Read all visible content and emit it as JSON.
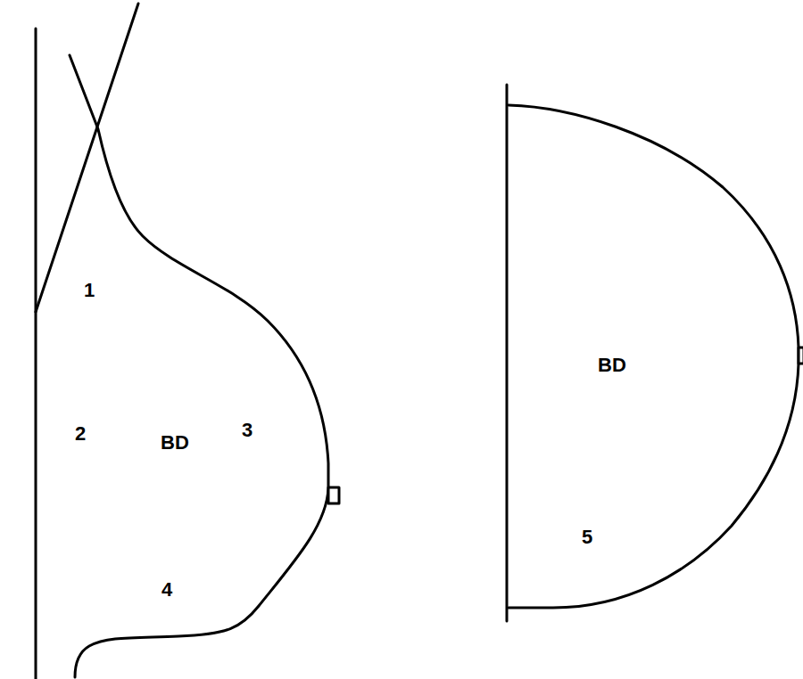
{
  "diagram": {
    "labels": [
      "1",
      "2",
      "BD",
      "3",
      "4",
      "BD",
      "5"
    ]
  }
}
